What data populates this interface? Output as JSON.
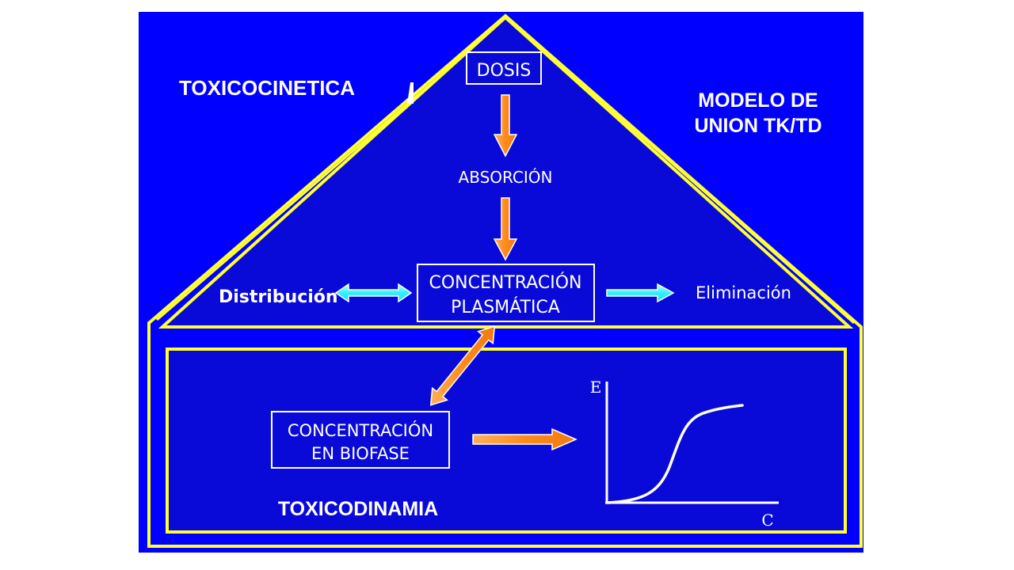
{
  "slide": {
    "title_left": "TOXICOCINETICA",
    "title_right_line1": "MODELO DE",
    "title_right_line2": "UNION TK/TD",
    "bottom_title": "TOXICODINAMIA"
  },
  "nodes": {
    "dosis": "DOSIS",
    "absorcion": "ABSORCIÓN",
    "plasma_line1": "CONCENTRACIÓN",
    "plasma_line2": "PLASMÁTICA",
    "distribucion": "Distribución",
    "eliminacion": "Eliminación",
    "biofase_line1": "CONCENTRACIÓN",
    "biofase_line2": "EN BIOFASE"
  },
  "graph": {
    "y_label": "E",
    "x_label": "C"
  },
  "colors": {
    "background": "#0000ff",
    "inner_fill": "#0a0ad8",
    "outline": "#ffff33",
    "flow_arrow": "#ff9933",
    "side_arrow": "#33ffff",
    "text": "#ffffff"
  }
}
